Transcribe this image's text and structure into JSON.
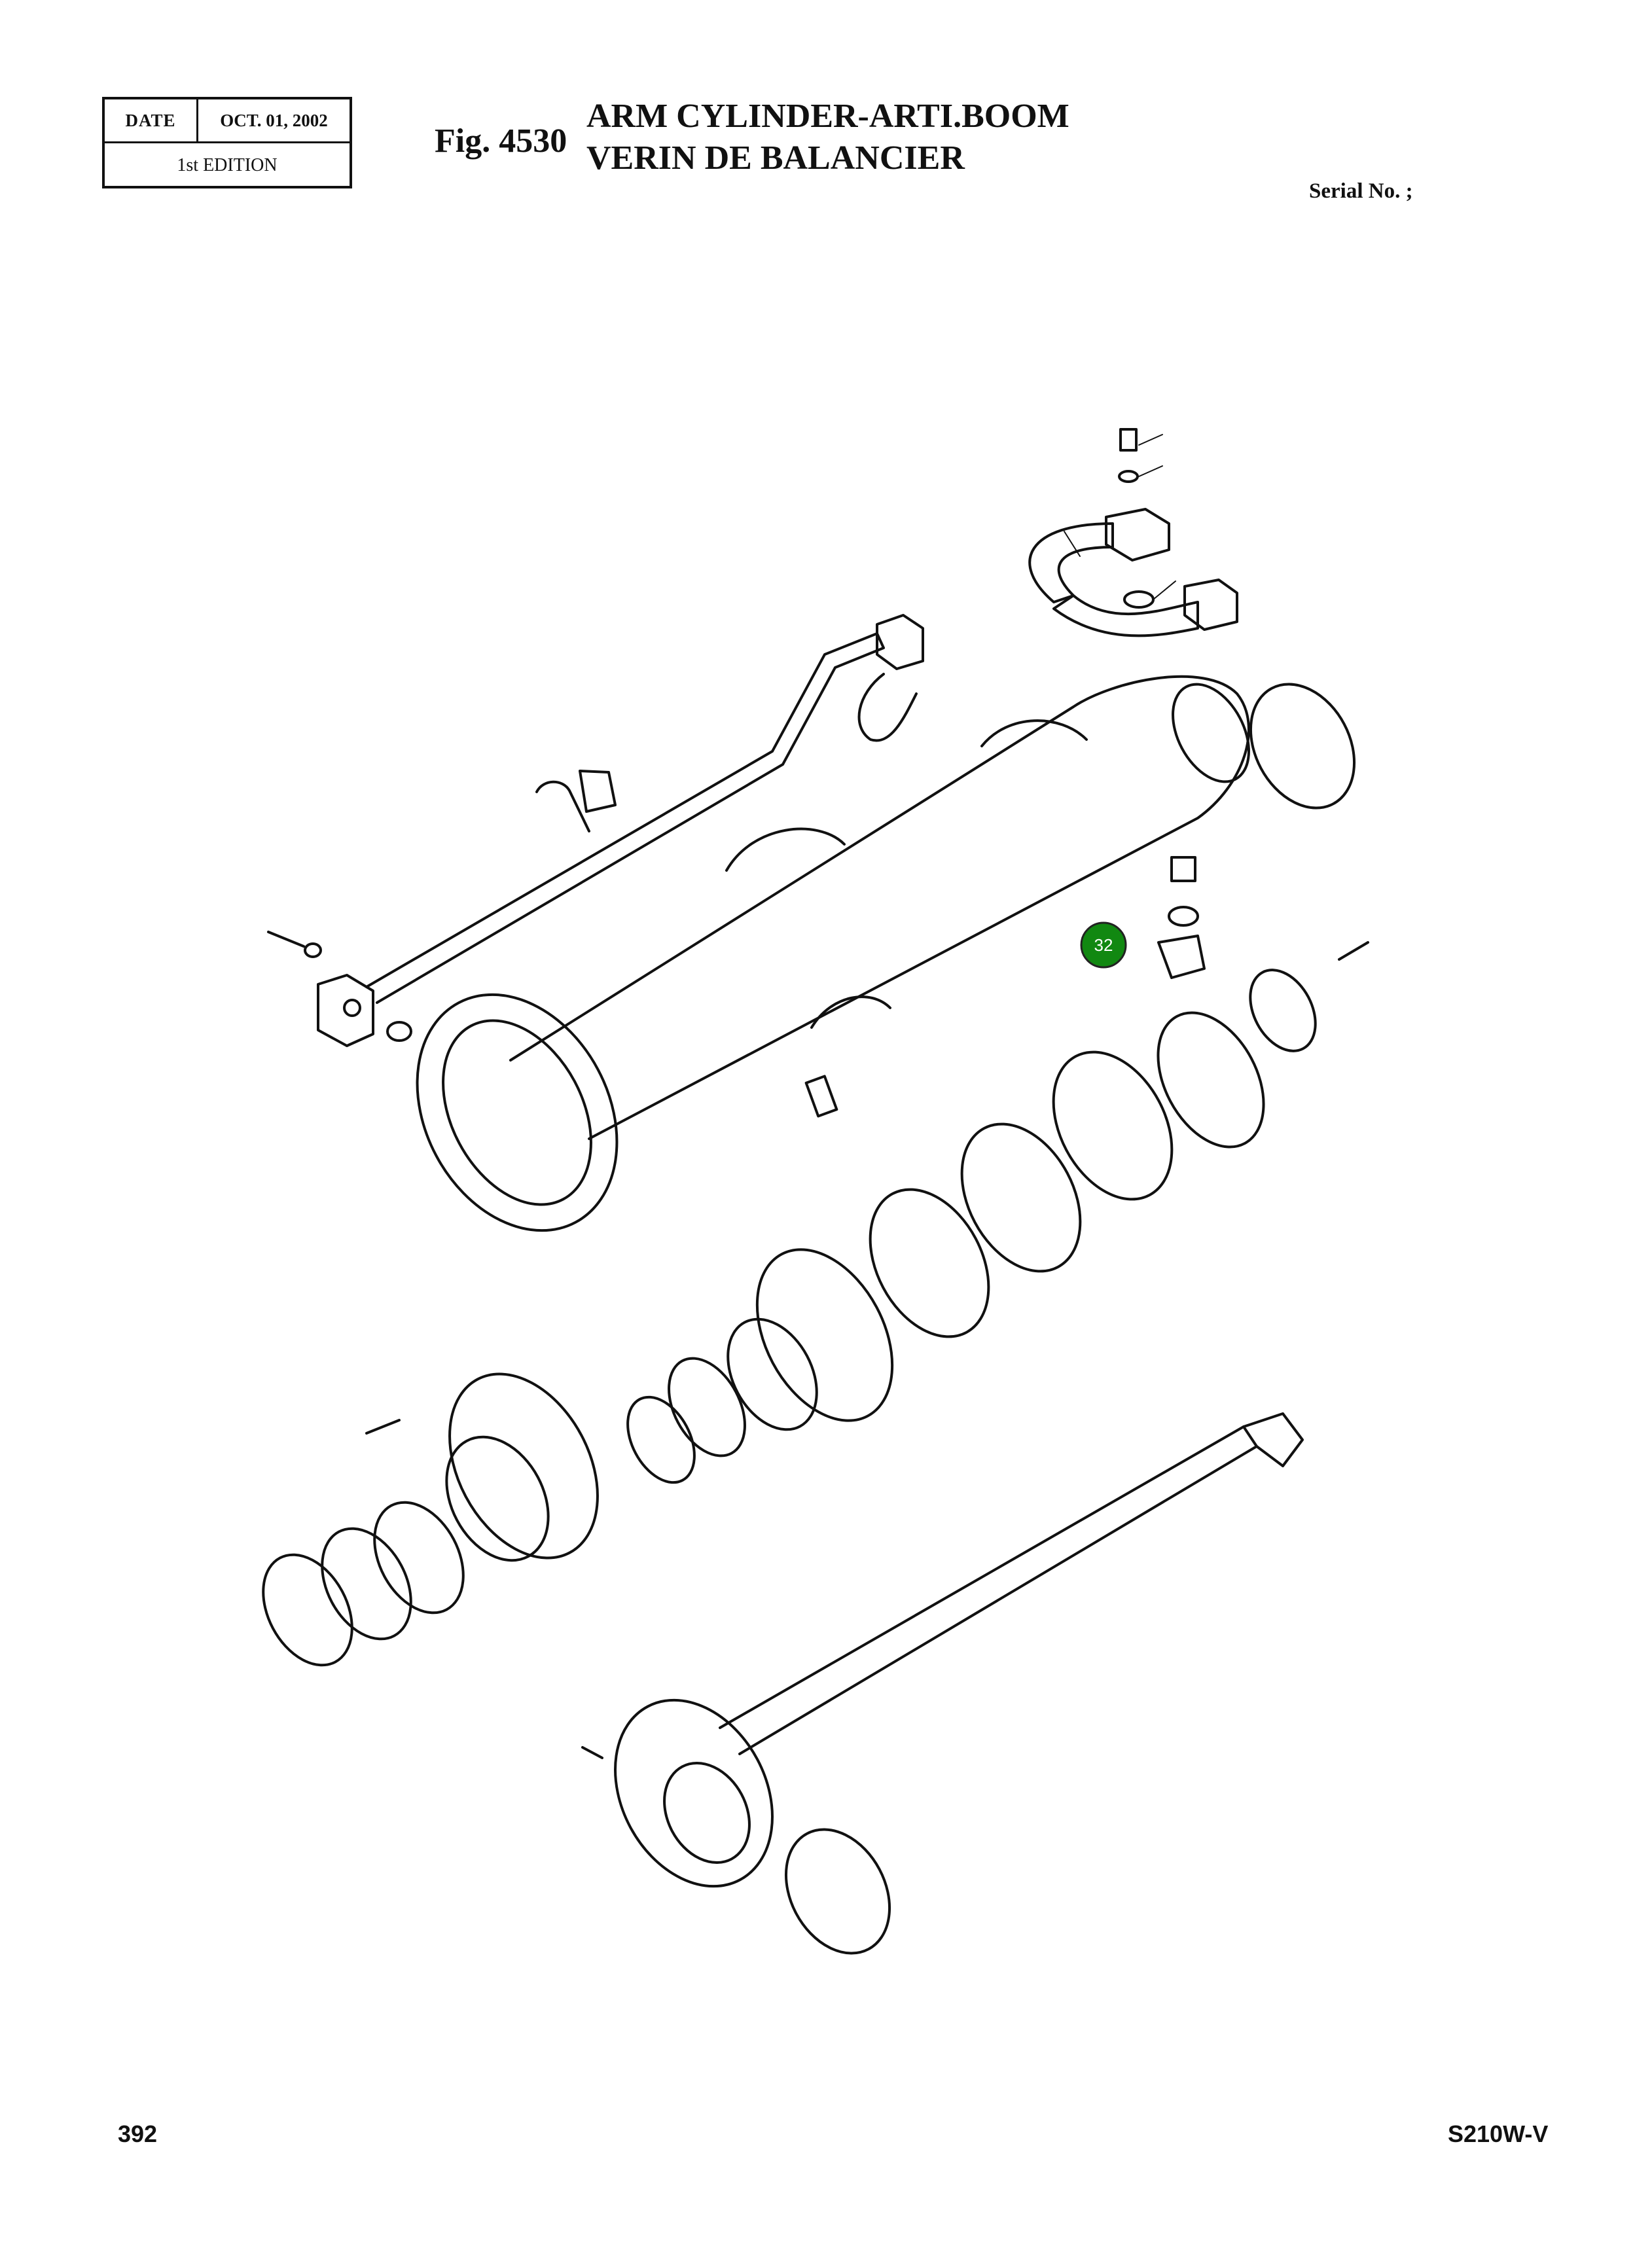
{
  "header": {
    "date_label": "DATE",
    "date_value": "OCT. 01, 2002",
    "edition": "1st EDITION",
    "fig_number": "Fig. 4530",
    "title_en": "ARM CYLINDER-ARTI.BOOM",
    "title_fr": "VERIN DE BALANCIER",
    "serial": "Serial No. ;"
  },
  "callouts": [
    {
      "label": "32",
      "color": "#118811"
    }
  ],
  "footer": {
    "page_number": "392",
    "model": "S210W-V"
  }
}
